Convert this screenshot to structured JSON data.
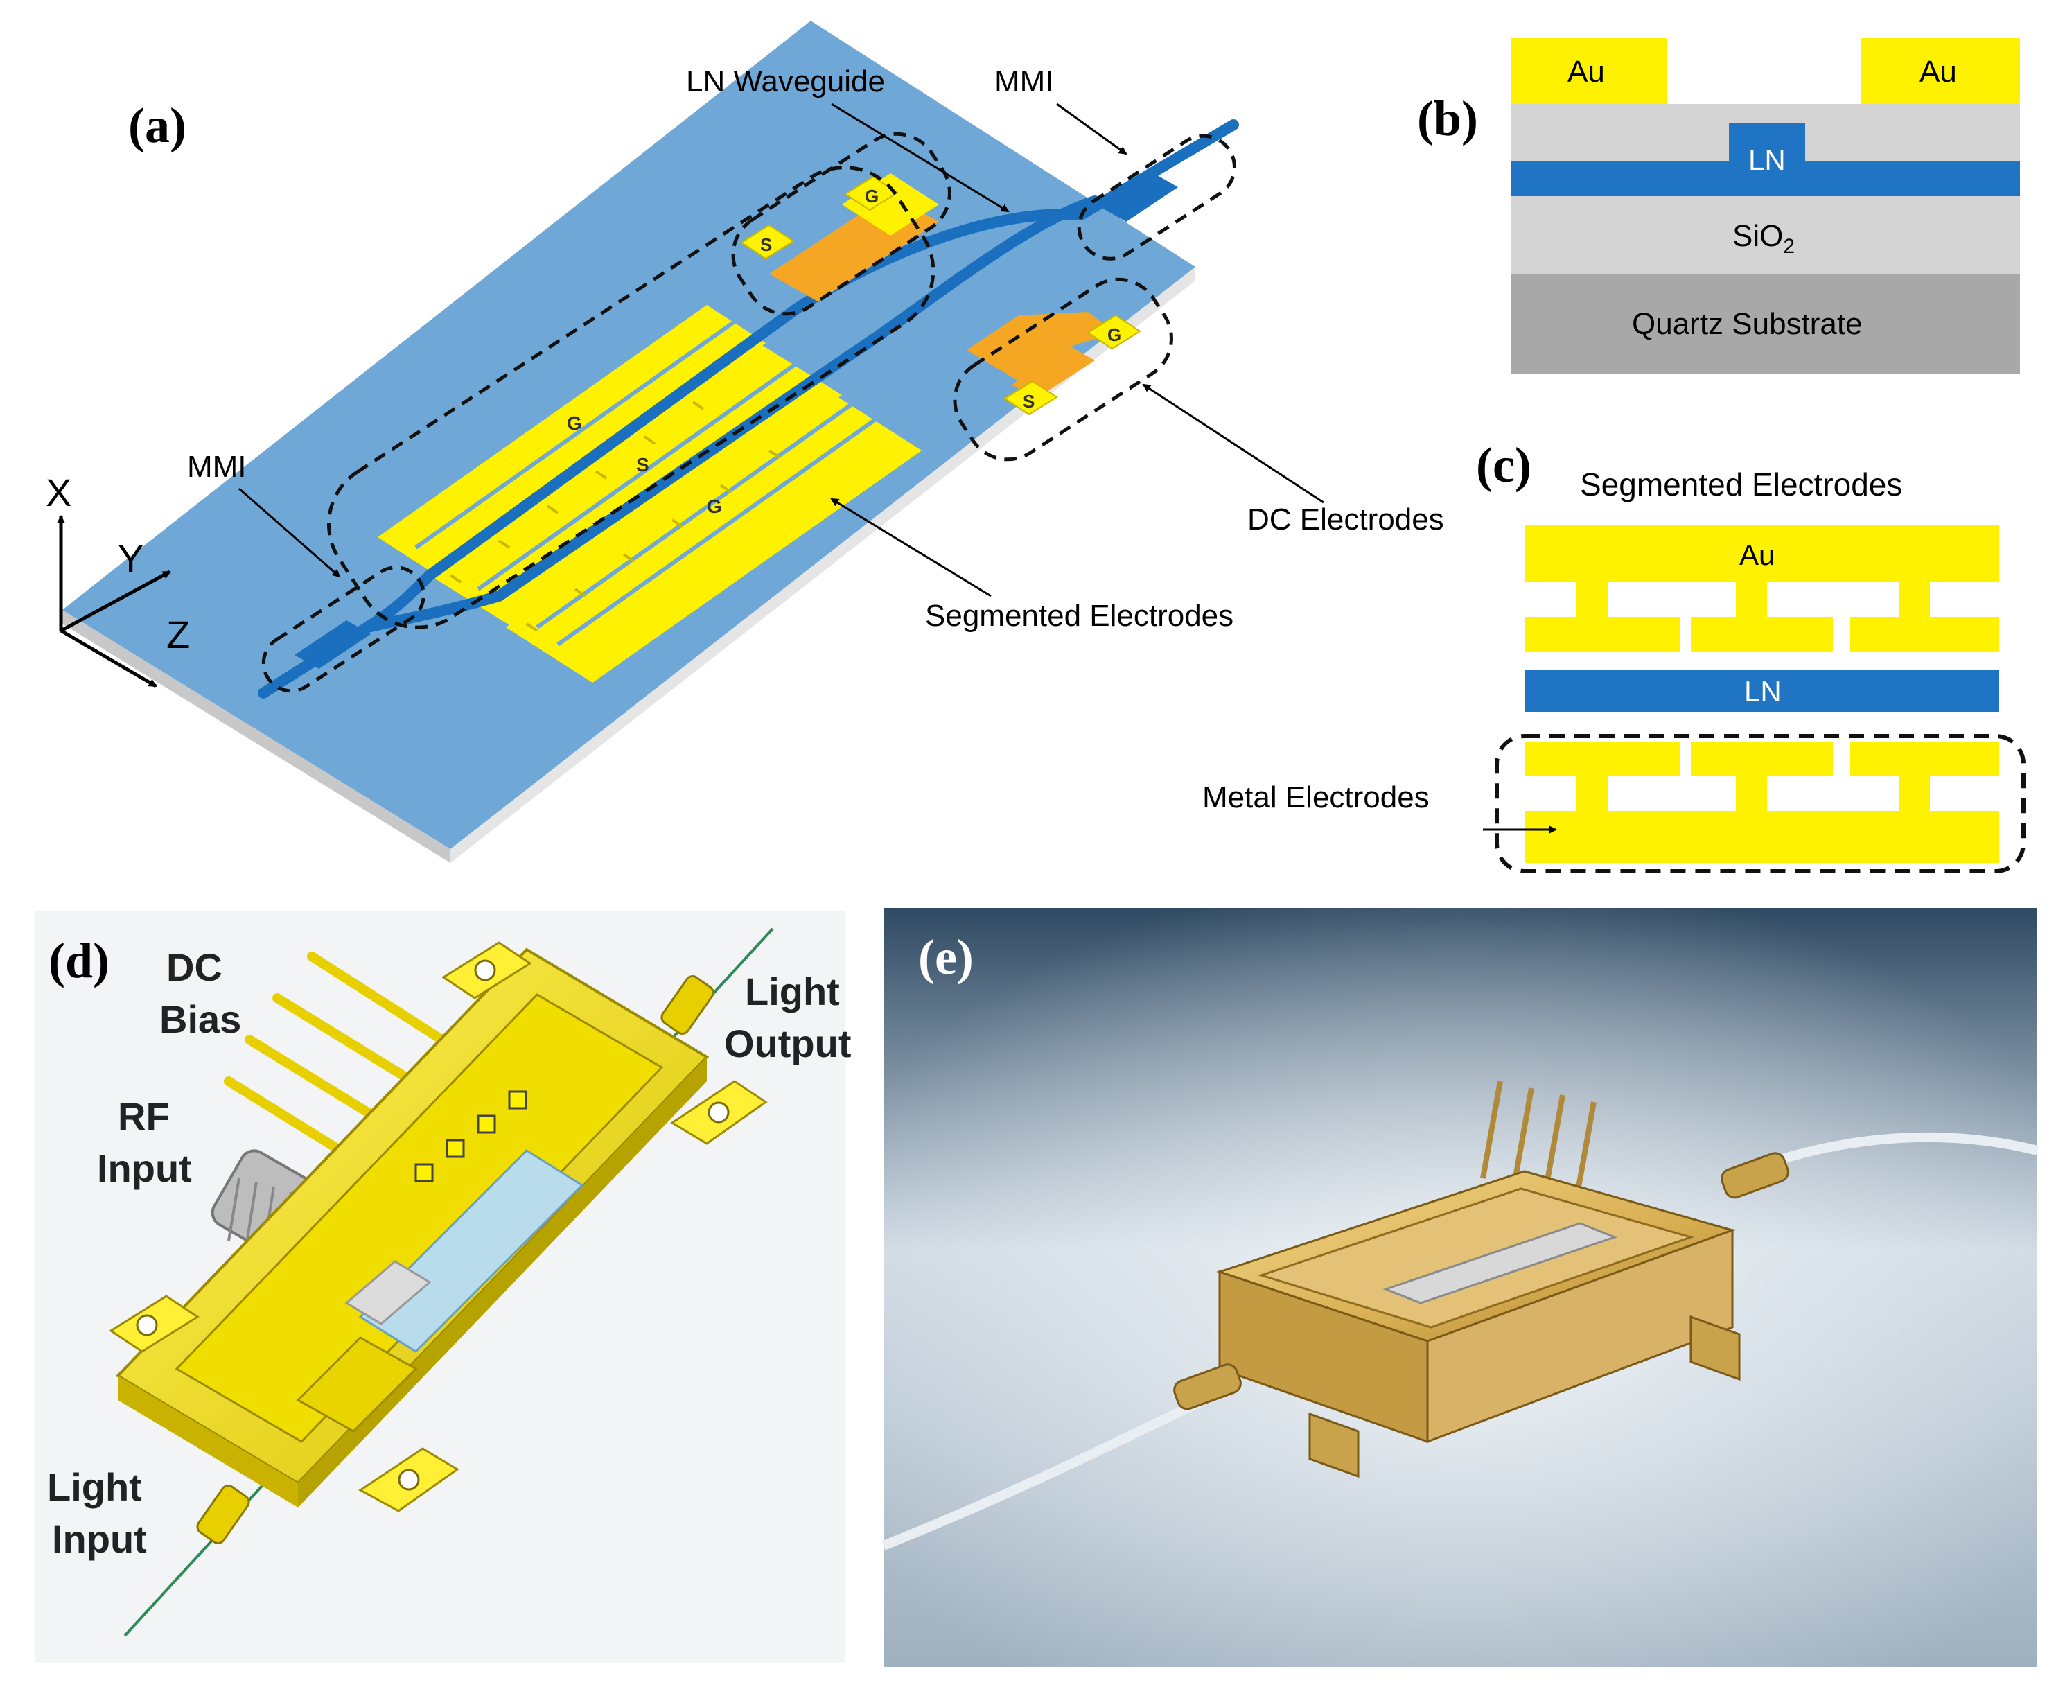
{
  "panel_a": {
    "tag": "(a)",
    "lbl_ln_waveguide": "LN Waveguide",
    "lbl_mmi_top": "MMI",
    "lbl_mmi_left": "MMI",
    "lbl_dc_electrodes": "DC Electrodes",
    "lbl_segmented": "Segmented Electrodes",
    "axis_x": "X",
    "axis_y": "Y",
    "axis_z": "Z",
    "pad_g": "G",
    "pad_s": "S"
  },
  "panel_b": {
    "tag": "(b)",
    "au_left": "Au",
    "au_right": "Au",
    "ln": "LN",
    "sio2_main": "SiO",
    "sio2_sub": "2",
    "substrate": "Quartz Substrate"
  },
  "panel_c": {
    "tag": "(c)",
    "title": "Segmented Electrodes",
    "au": "Au",
    "ln": "LN",
    "metal_electrodes": "Metal Electrodes"
  },
  "panel_d": {
    "tag": "(d)",
    "dc_bias_1": "DC",
    "dc_bias_2": "Bias",
    "rf_input_1": "RF",
    "rf_input_2": "Input",
    "light_output_1": "Light",
    "light_output_2": "Output",
    "light_input_1": "Light",
    "light_input_2": "Input"
  },
  "panel_e": {
    "tag": "(e)"
  },
  "colors": {
    "chip_blue": "#6fa8d6",
    "waveguide_blue": "#1a6fbf",
    "gold": "#fff200",
    "orange": "#f5a623",
    "oxide_gray": "#d4d4d4",
    "substrate_gray": "#a8a8a8",
    "ln_blue": "#1f74c4"
  }
}
